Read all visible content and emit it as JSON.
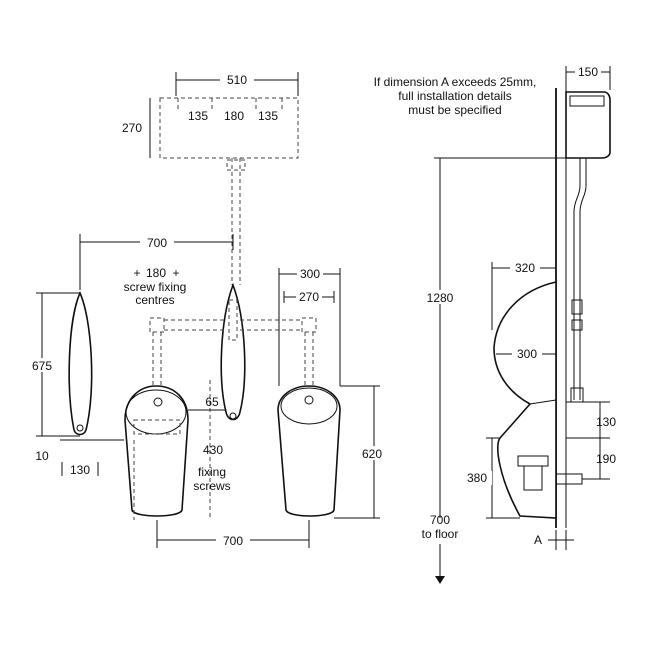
{
  "note": {
    "lines": [
      "If dimension A exceeds 25mm,",
      "full installation details",
      "must be specified"
    ]
  },
  "dimensions": {
    "cistern_width": "510",
    "cistern_height": "270",
    "cistern_side_left": "135",
    "cistern_mid": "180",
    "cistern_side_right": "135",
    "centres_top": "700",
    "screw_centres": "180",
    "screw_label_1": "screw fixing",
    "screw_label_2": "centres",
    "bowl_width": "300",
    "bowl_inner": "270",
    "side_height": "675",
    "side_bottom": "10",
    "side_depth": "130",
    "offset_65": "65",
    "fixing_430": "430",
    "fixing_label_1": "fixing",
    "fixing_label_2": "screws",
    "bowl_height": "620",
    "centres_bottom": "700",
    "wall_depth": "150",
    "total_height": "1280",
    "profile_320": "320",
    "profile_300": "300",
    "trap_130": "130",
    "trap_190": "190",
    "rim_380": "380",
    "to_floor_value": "700",
    "to_floor_label": "to floor",
    "dim_a": "A"
  }
}
